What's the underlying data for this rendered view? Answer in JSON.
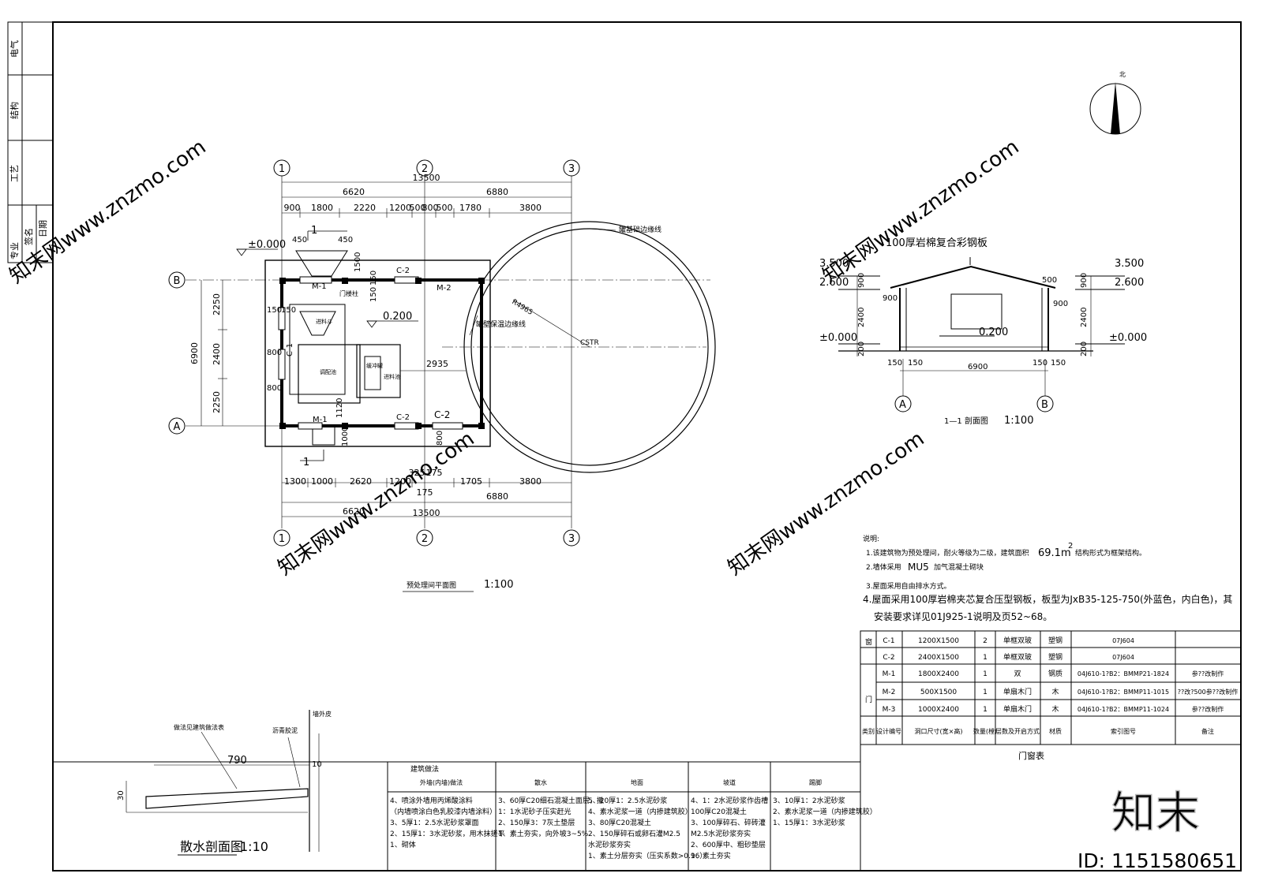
{
  "title_block": {
    "rows": [
      "电气",
      "结构",
      "工艺",
      "专业",
      "签名",
      "日期"
    ]
  },
  "plan": {
    "axis_labels_top": [
      "1",
      "2",
      "3"
    ],
    "axis_labels_bottom": [
      "1",
      "2",
      "3"
    ],
    "axis_labels_side": [
      "B",
      "A"
    ],
    "dims_top": {
      "total": "13500",
      "segment_a": "6620",
      "segment_b": "6880",
      "detail": [
        "900",
        "1800",
        "2220",
        "1200",
        "500",
        "800",
        "500",
        "1780",
        "3800"
      ]
    },
    "dims_bottom": {
      "detail": [
        "1300",
        "1000",
        "2620",
        "1200",
        "1705",
        "3800"
      ],
      "offset_a": "325",
      "offset_b": "175",
      "offset_c": "175",
      "segment_a": "6620",
      "segment_b": "6880",
      "total": "13500"
    },
    "dims_left": {
      "total": "6900",
      "seg": [
        "2250",
        "2400",
        "2250"
      ]
    },
    "small_dims": [
      "450",
      "450",
      "1500",
      "150",
      "150",
      "150",
      "150",
      "800",
      "800",
      "1120",
      "1000",
      "800",
      "2935"
    ],
    "levels": {
      "outside": "±0.000",
      "inside": "0.200"
    },
    "labels": {
      "door_m1_top": "M-1",
      "door_m1_bottom": "M-1",
      "door_m2": "M-2",
      "win_c1": "C-1",
      "win_c2_top": "C-2",
      "win_c2_b1": "C-2",
      "win_c2_b2": "C-2",
      "column": "门楼柱",
      "hopper": "进料斗",
      "pit": "调配池",
      "tank_a": "缓冲罐",
      "tank_b": "进料池",
      "cstr": "CSTR",
      "radius": "R4965",
      "outer_line": "罐基础边缘线",
      "inner_line": "罐壁保温边缘线",
      "section_mark": "1",
      "section_mark_b": "1"
    },
    "caption": "预处理间平面图",
    "scale": "1:100"
  },
  "section": {
    "roof_label": "100厚岩棉复合彩钢板",
    "levels_left": [
      "3.500",
      "2.600",
      "±0.000"
    ],
    "levels_right": [
      "3.500",
      "2.600",
      "±0.000"
    ],
    "floor_level": "0.200",
    "dims_left": [
      "900",
      "2400",
      "200"
    ],
    "dims_right": [
      "900",
      "2400",
      "200"
    ],
    "window_dims": [
      "900",
      "900",
      "500"
    ],
    "base_dims": [
      "150",
      "150",
      "6900",
      "150",
      "150"
    ],
    "axes": [
      "A",
      "B"
    ],
    "caption": "1—1 剖面图",
    "scale": "1:100"
  },
  "north": {
    "label": "北"
  },
  "notes": {
    "heading": "说明:",
    "n1": "1.该建筑物为预处理间，耐火等级为二级，建筑面积",
    "n1_area": "69.1m",
    "n1_sup": "2",
    "n1_tail": "结构形式为框架结构。",
    "n2": "2.墙体采用",
    "n2_mat": "MU5",
    "n2_tail": "加气混凝土砌块",
    "n3": "3.屋面采用自由排水方式。",
    "n4": "4.屋面采用100厚岩棉夹芯复合压型钢板，板型为JxB35-125-750(外蓝色，内白色)，其",
    "n4b": "安装要求详见01J925-1说明及页52~68。"
  },
  "door_window_table": {
    "title": "门窗表",
    "group_window": "窗",
    "group_door": "门",
    "headers": [
      "类别",
      "设计编号",
      "洞口尺寸(宽×高)",
      "数量(樘)",
      "层数及开启方式",
      "材质",
      "索引图号",
      "备注"
    ],
    "rows": [
      [
        "C-1",
        "1200X1500",
        "2",
        "单框双玻",
        "塑钢",
        "07J604",
        ""
      ],
      [
        "C-2",
        "2400X1500",
        "1",
        "单框双玻",
        "塑钢",
        "07J604",
        ""
      ],
      [
        "M-1",
        "1800X2400",
        "1",
        "双",
        "钢质",
        "04J610-1?B2：BMMP21-1824",
        "参??改制作"
      ],
      [
        "M-2",
        "500X1500",
        "1",
        "单扇木门",
        "木",
        "04J610-1?B2：BMMP11-1015",
        "??改?500参??改制作"
      ],
      [
        "M-3",
        "1000X2400",
        "1",
        "单扇木门",
        "木",
        "04J610-1?B2：BMMP11-1024",
        "参??改制作"
      ]
    ]
  },
  "finish_table": {
    "title": "建筑做法",
    "headers": [
      "外墙(内墙)做法",
      "散水",
      "地面",
      "坡道",
      "踢脚"
    ],
    "cols": [
      [
        "4、喷涂外墙用丙烯酸涂料",
        "（内墙喷涂白色乳胶漆内墙涂料）",
        "3、5厚1：2.5水泥砂浆罩面",
        "2、15厚1：3水泥砂浆，用木抹搓平",
        "1、砌体"
      ],
      [
        "3、60厚C20细石混凝土面层，撒",
        "  1：1水泥砂子压实赶光",
        "2、150厚3：7灰土垫层",
        "1、素土夯实，向外坡3~5%"
      ],
      [
        "5、20厚1：2.5水泥砂浆",
        "4、素水泥浆一道（内掺建筑胶）",
        "3、80厚C20混凝土",
        "2、150厚碎石或卵石灌M2.5",
        "   水泥砂浆夯实",
        "1、素土分层夯实（压实系数>0.96）"
      ],
      [
        "4、1：2水泥砂浆作齿槽",
        "  100厚C20混凝土",
        "3、100厚碎石、碎砖灌",
        "  M2.5水泥砂浆夯实",
        "2、600厚中、粗砂垫层",
        "1、素土夯实"
      ],
      [
        "3、10厚1：2水泥砂浆",
        "2、素水泥浆一道（内掺建筑胶）",
        "1、15厚1：3水泥砂浆"
      ]
    ]
  },
  "apron": {
    "caption": "散水剖面图",
    "scale": "1:10",
    "labels": [
      "做法见建筑做法表",
      "沥青胶泥",
      "墙外皮"
    ],
    "dims": [
      "790",
      "10",
      "30"
    ]
  },
  "watermark": {
    "brand": "知末",
    "id": "ID: 1151580651",
    "site": "知末网www.znzmo.com"
  }
}
